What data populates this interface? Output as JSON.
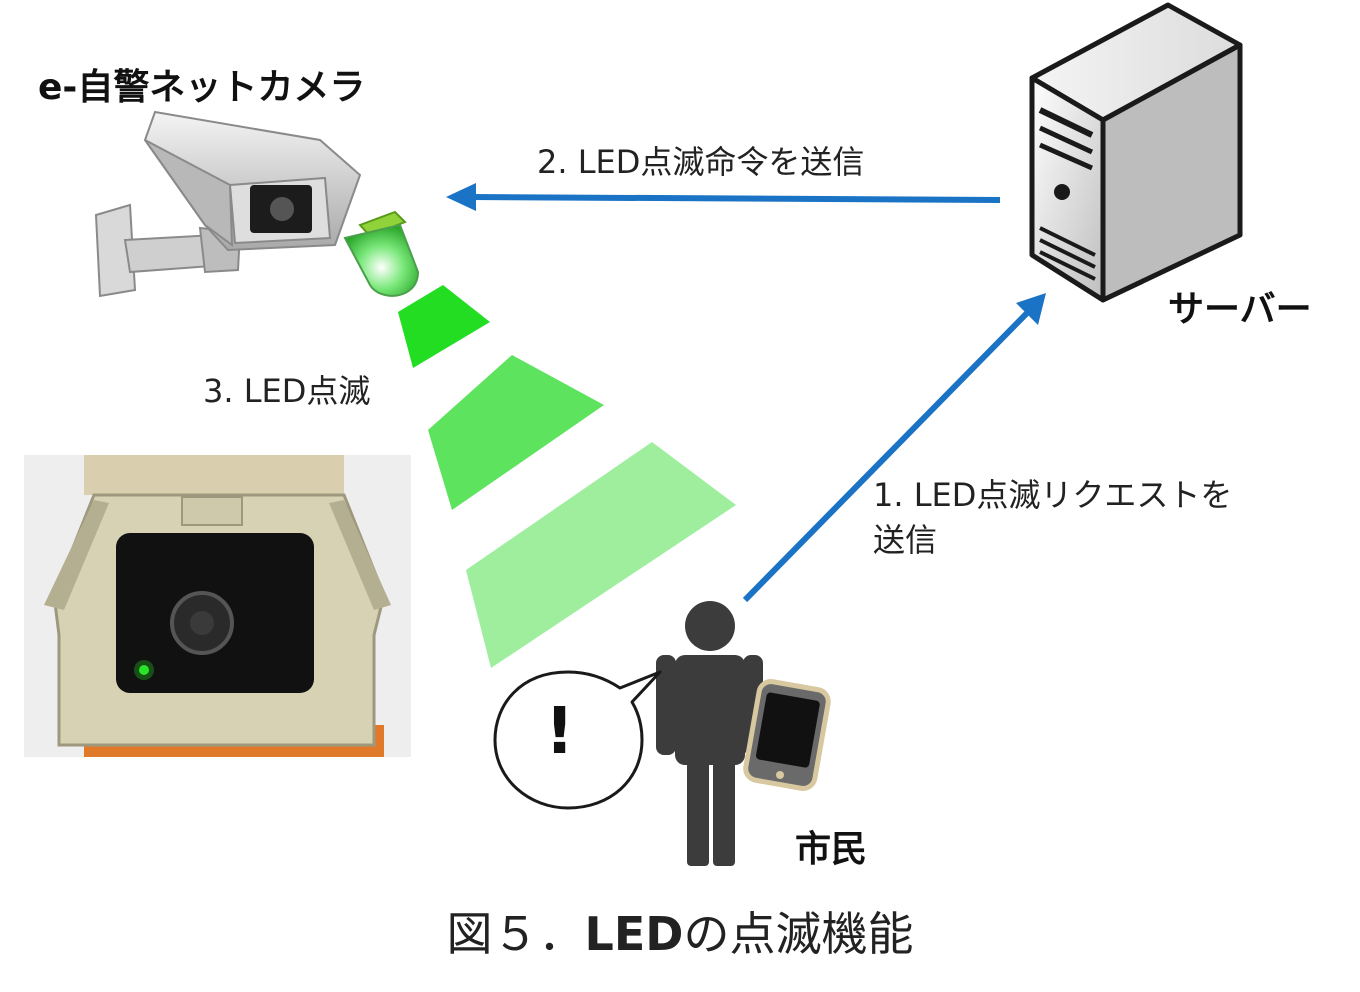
{
  "labels": {
    "camera": "e-自警ネットカメラ",
    "server": "サーバー",
    "citizen": "市民",
    "exclaim": "!"
  },
  "steps": {
    "step1_line1": "1. LED点滅リクエストを",
    "step1_line2": "送信",
    "step2": "2. LED点滅命令を送信",
    "step3": "3. LED点滅"
  },
  "caption": {
    "prefix": "図５．",
    "led": "LED",
    "suffix": "の点滅機能"
  },
  "colors": {
    "arrow": "#1a73c4",
    "led_light": "#3ddc3d",
    "person": "#3c3c3c"
  }
}
